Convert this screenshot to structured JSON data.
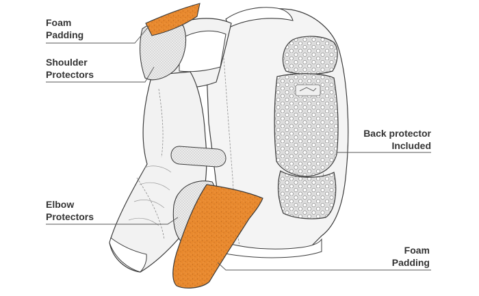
{
  "labels": {
    "foam_top": [
      "Foam",
      "Padding"
    ],
    "shoulder": [
      "Shoulder",
      "Protectors"
    ],
    "elbow": [
      "Elbow",
      "Protectors"
    ],
    "back": [
      "Back protector",
      "Included"
    ],
    "foam_bottom": [
      "Foam",
      "Padding"
    ]
  },
  "colors": {
    "foam": "#e8892e",
    "foam_speckle": "#b4621c",
    "outline": "#3a3a3a",
    "stitch": "#8a8a8a",
    "jacket_fill": "#f2f2f2",
    "protector_fill": "#e4e4e4",
    "leader": "#555555"
  },
  "icons": {
    "back_protector_logo": "brand-logo"
  }
}
